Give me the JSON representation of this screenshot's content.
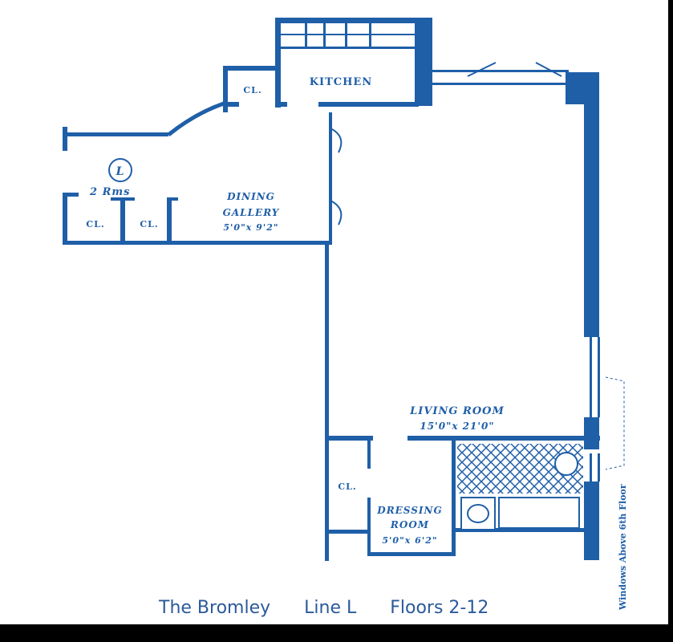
{
  "plan": {
    "building": "The Bromley",
    "line": "Line L",
    "floors": "Floors 2-12",
    "unit_badge": "L",
    "unit_size": "2 Rms",
    "side_note": "Windows Above 6th Floor"
  },
  "rooms": {
    "kitchen": {
      "name": "KITCHEN"
    },
    "closet_kitchen": {
      "name": "CL."
    },
    "closet_left_1": {
      "name": "CL."
    },
    "closet_left_2": {
      "name": "CL."
    },
    "dining": {
      "name_line1": "DINING",
      "name_line2": "GALLERY",
      "dims": "5'0\"x 9'2\""
    },
    "living": {
      "name": "LIVING ROOM",
      "dims": "15'0\"x 21'0\""
    },
    "closet_dressing": {
      "name": "CL."
    },
    "dressing": {
      "name_line1": "DRESSING",
      "name_line2": "ROOM",
      "dims": "5'0\"x 6'2\""
    }
  },
  "colors": {
    "wall": "#1f5fa8",
    "wall_dark": "#1a4f8f",
    "background": "#ffffff",
    "frame": "#000000"
  }
}
